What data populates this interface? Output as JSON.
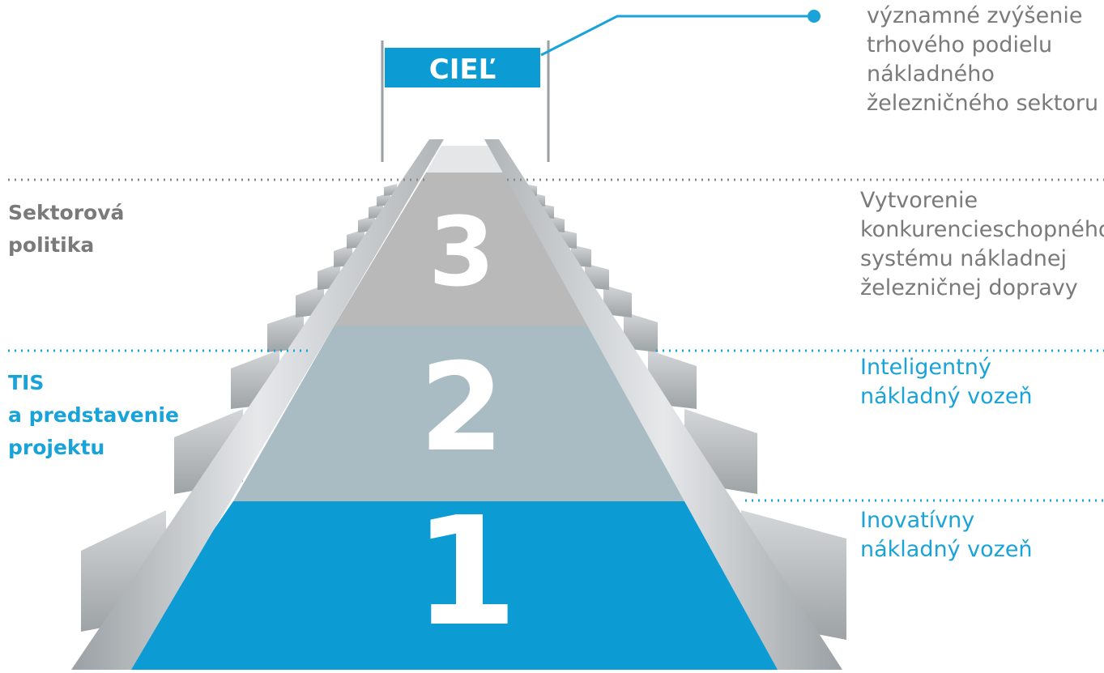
{
  "goal": {
    "label": "CIEĽ"
  },
  "annotations": {
    "goal_text": [
      "významné zvýšenie",
      "trhového podielu",
      "nákladného",
      "železničného sektoru"
    ],
    "level3_right": [
      "Vytvorenie",
      "konkurencieschopného",
      "systému nákladnej",
      "železničnej dopravy"
    ],
    "level3_left": [
      "Sektorová",
      "politika"
    ],
    "level2_right": [
      "Inteligentný",
      "nákladný vozeň"
    ],
    "level2_left": [
      "TIS",
      "a predstavenie",
      "projektu"
    ],
    "level1_right": [
      "Inovatívny",
      "nákladný vozeň"
    ]
  },
  "steps": [
    {
      "number": "1",
      "color": "#0d9bd4"
    },
    {
      "number": "2",
      "color": "#a9bcc4"
    },
    {
      "number": "3",
      "color": "#b9b9b9"
    }
  ],
  "colors": {
    "accent": "#1aa3d8",
    "grey_text": "#7a7a7a",
    "rail": "#c9cdd0",
    "sleeper": "#b7bbbd"
  }
}
